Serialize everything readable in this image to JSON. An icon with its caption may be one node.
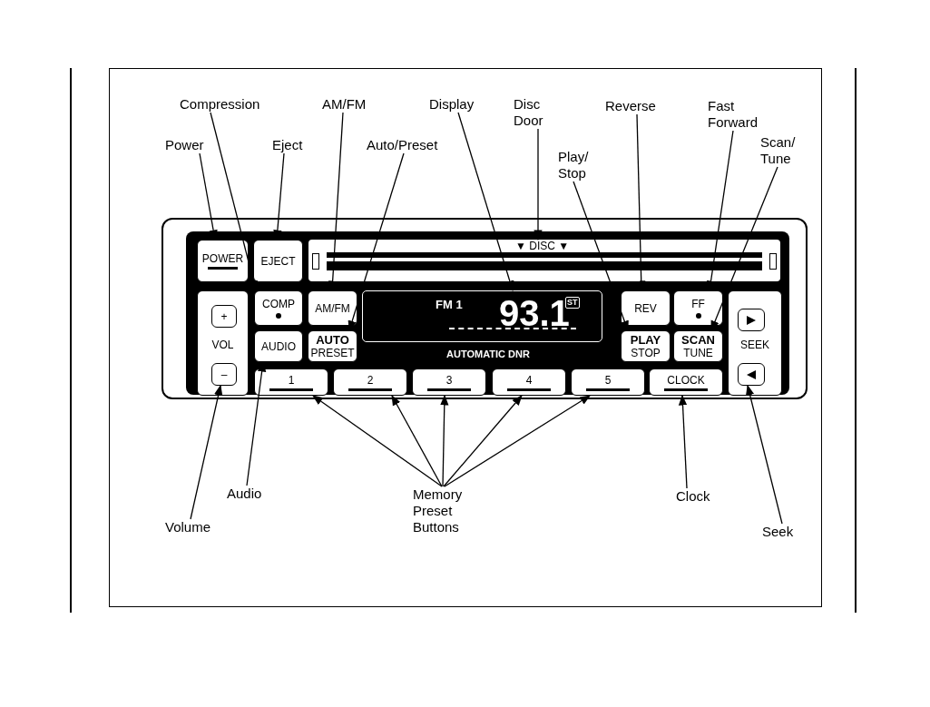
{
  "diagram": {
    "nodes": [
      {
        "text": [
          "Compression"
        ]
      },
      {
        "text": [
          "AM/FM"
        ]
      },
      {
        "text": [
          "Display"
        ]
      },
      {
        "text": [
          "Disc Door"
        ]
      },
      {
        "text": [
          "Reverse"
        ]
      },
      {
        "text": [
          "Fast Forward"
        ]
      },
      {
        "text": [
          "Power"
        ]
      },
      {
        "text": [
          "Eject"
        ]
      },
      {
        "text": [
          "Auto/Preset"
        ]
      },
      {
        "text": [
          "Play/ Stop"
        ]
      },
      {
        "text": [
          "Scan/ Tune"
        ]
      },
      {
        "text": [],
        "shape": "box"
      },
      {
        "text": [
          "POWER"
        ],
        "in": 11
      },
      {
        "text": [
          "EJECT"
        ],
        "in": 11
      },
      {
        "text": [
          "▼ DISC ▼"
        ],
        "in": 11
      },
      {
        "text": [
          "VOL"
        ],
        "in": 11
      },
      {
        "text": [
          "+"
        ],
        "in": 15
      },
      {
        "text": [
          "–"
        ],
        "in": 15
      },
      {
        "text": [
          "COMP"
        ],
        "in": 11
      },
      {
        "text": [
          "AM/FM"
        ],
        "in": 11
      },
      {
        "text": [
          "FM 1",
          "93.1",
          "ST"
        ],
        "in": 11
      },
      {
        "text": [
          "REV"
        ],
        "in": 11
      },
      {
        "text": [
          "FF"
        ],
        "in": 11
      },
      {
        "text": [
          "AUDIO"
        ],
        "in": 11
      },
      {
        "text": [
          "AUTO",
          "PRESET"
        ],
        "in": 11
      },
      {
        "text": [
          "PLAY",
          "STOP"
        ],
        "in": 11
      },
      {
        "text": [
          "SCAN",
          "TUNE"
        ],
        "in": 11
      },
      {
        "text": [
          "SEEK"
        ],
        "in": 11
      },
      {
        "text": [],
        "shape": "box",
        "in": 27
      },
      {
        "text": [],
        "shape": "box",
        "in": 27
      },
      {
        "text": [
          "1"
        ],
        "in": 11
      },
      {
        "text": [
          "2"
        ],
        "in": 11
      },
      {
        "text": [
          "3"
        ],
        "in": 11
      },
      {
        "text": [
          "4"
        ],
        "in": 11
      },
      {
        "text": [
          "5"
        ],
        "in": 11
      },
      {
        "text": [
          "CLOCK"
        ],
        "in": 11
      },
      {
        "text": [
          "Volume"
        ]
      },
      {
        "text": [
          "Audio"
        ]
      },
      {
        "text": [
          "Memory Preset Buttons"
        ]
      },
      {
        "text": [
          "Clock"
        ]
      },
      {
        "text": [
          "Seek"
        ]
      }
    ],
    "edges": [
      {
        "from": 0,
        "to": 18,
        "arrow": "to"
      },
      {
        "from": 1,
        "to": 19,
        "arrow": "to"
      },
      {
        "from": 2,
        "to": 20,
        "arrow": "to"
      },
      {
        "from": 3,
        "to": 14,
        "arrow": "to"
      },
      {
        "from": 4,
        "to": 21,
        "arrow": "to"
      },
      {
        "from": 5,
        "to": 22,
        "arrow": "to"
      },
      {
        "from": 6,
        "to": 12,
        "arrow": "to"
      },
      {
        "from": 7,
        "to": 13,
        "arrow": "to"
      },
      {
        "from": 8,
        "to": 24,
        "arrow": "to"
      },
      {
        "from": 9,
        "to": 25,
        "arrow": "to"
      },
      {
        "from": 10,
        "to": 26,
        "arrow": "to"
      },
      {
        "from": 36,
        "to": 17,
        "arrow": "to"
      },
      {
        "from": 37,
        "to": 23,
        "arrow": "to"
      },
      {
        "from": 38,
        "to": 30,
        "arrow": "to"
      },
      {
        "from": 38,
        "to": 31,
        "arrow": "to"
      },
      {
        "from": 38,
        "to": 32,
        "arrow": "to"
      },
      {
        "from": 38,
        "to": 33,
        "arrow": "to"
      },
      {
        "from": 38,
        "to": 34,
        "arrow": "to"
      },
      {
        "from": 39,
        "to": 35,
        "arrow": "to"
      },
      {
        "from": 40,
        "to": 29,
        "arrow": "to"
      }
    ],
    "labels": [
      "AUTOMATIC DNR"
    ]
  }
}
